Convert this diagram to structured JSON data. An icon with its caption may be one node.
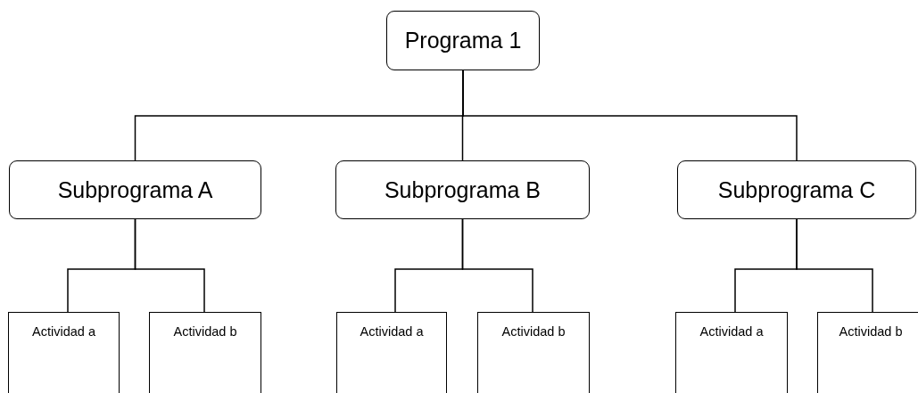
{
  "diagram": {
    "nodes": [
      {
        "text": [
          "Programa 1"
        ]
      },
      {
        "text": [
          "Subprograma A"
        ]
      },
      {
        "text": [
          "Subprograma B"
        ]
      },
      {
        "text": [
          "Subprograma C"
        ]
      },
      {
        "text": [
          "Actividad a"
        ]
      },
      {
        "text": [
          "Actividad b"
        ]
      },
      {
        "text": [
          "Actividad a"
        ]
      },
      {
        "text": [
          "Actividad b"
        ]
      },
      {
        "text": [
          "Actividad a"
        ]
      },
      {
        "text": [
          "Actividad b"
        ]
      }
    ],
    "edges": [
      {
        "from": 0,
        "to": 1,
        "arrow": "none"
      },
      {
        "from": 0,
        "to": 2,
        "arrow": "none"
      },
      {
        "from": 0,
        "to": 3,
        "arrow": "none"
      },
      {
        "from": 1,
        "to": 4,
        "arrow": "none"
      },
      {
        "from": 1,
        "to": 5,
        "arrow": "none"
      },
      {
        "from": 2,
        "to": 6,
        "arrow": "none"
      },
      {
        "from": 2,
        "to": 7,
        "arrow": "none"
      },
      {
        "from": 3,
        "to": 8,
        "arrow": "none"
      },
      {
        "from": 3,
        "to": 9,
        "arrow": "none"
      }
    ]
  }
}
